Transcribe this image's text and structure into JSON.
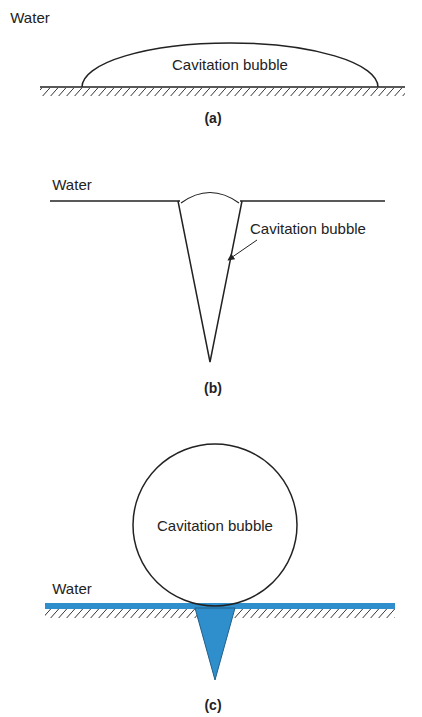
{
  "diagram": {
    "nodes": [
      {
        "text": [
          "Cavitation bubble"
        ]
      },
      {
        "text": [
          "Cavitation bubble"
        ]
      }
    ],
    "labels": [
      "Water",
      "(a)",
      "Water",
      "Cavitation bubble",
      "(b)",
      "Water",
      "(c)"
    ]
  }
}
